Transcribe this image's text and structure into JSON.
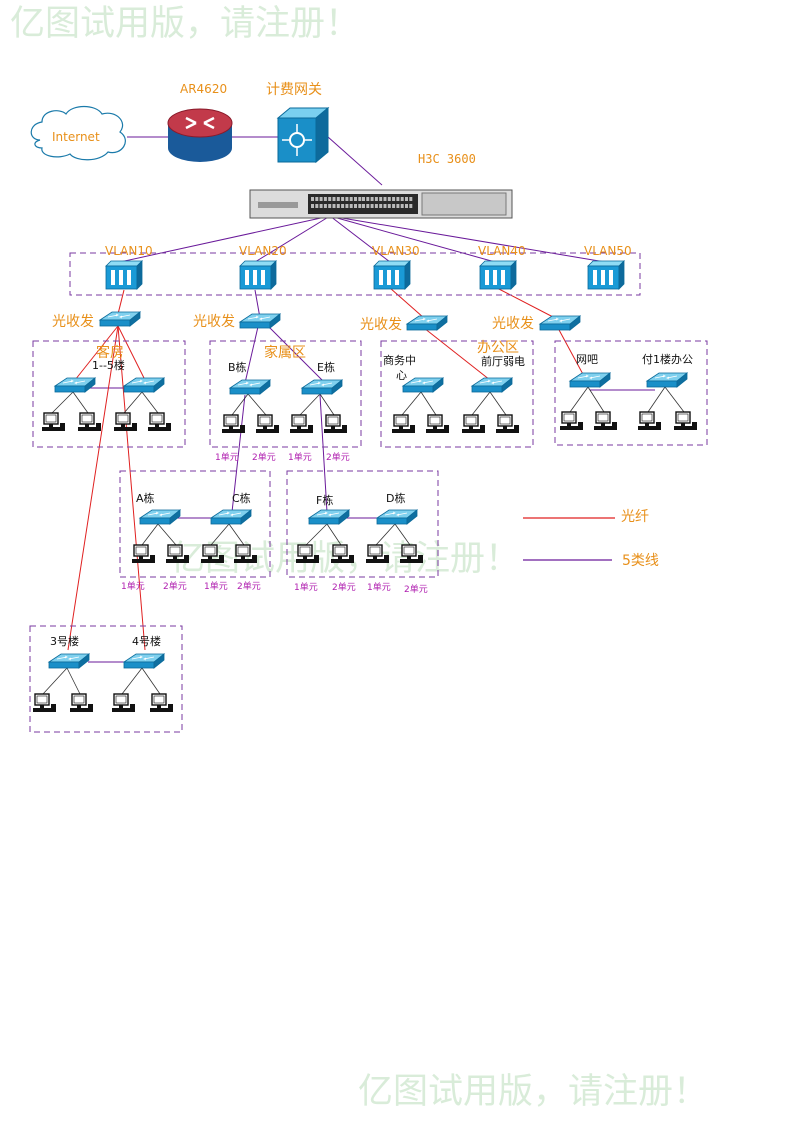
{
  "watermark": {
    "text": "亿图试用版，请注册！"
  },
  "top": {
    "internet": "Internet",
    "router": "AR4620",
    "gateway": "计费网关",
    "core_switch": "H3C 3600"
  },
  "vlans": [
    "VLAN10",
    "VLAN20",
    "VLAN30",
    "VLAN40",
    "VLAN50"
  ],
  "transceiver_label": "光收发",
  "groups": {
    "guest": {
      "title": "客房",
      "sub": "1--5楼"
    },
    "family": {
      "title": "家属区",
      "b": "B栋",
      "e": "E栋"
    },
    "office": {
      "title": "办公区",
      "biz": "商务中",
      "biz2": "心",
      "front": "前厅弱电"
    },
    "cafe": {
      "net": "网吧",
      "office": "付1楼办公"
    }
  },
  "buildings": {
    "a": "A栋",
    "c": "C栋",
    "f": "F栋",
    "d": "D栋",
    "b3": "3号楼",
    "b4": "4号楼"
  },
  "units": {
    "u1": "1单元",
    "u2": "2单元"
  },
  "legend": {
    "fiber": "光纤",
    "cat5": "5类线"
  },
  "colors": {
    "fiber": "#e02020",
    "cat5": "#6a1a9a",
    "box": "#7a3aa0",
    "switch": "#1a8fc8"
  }
}
